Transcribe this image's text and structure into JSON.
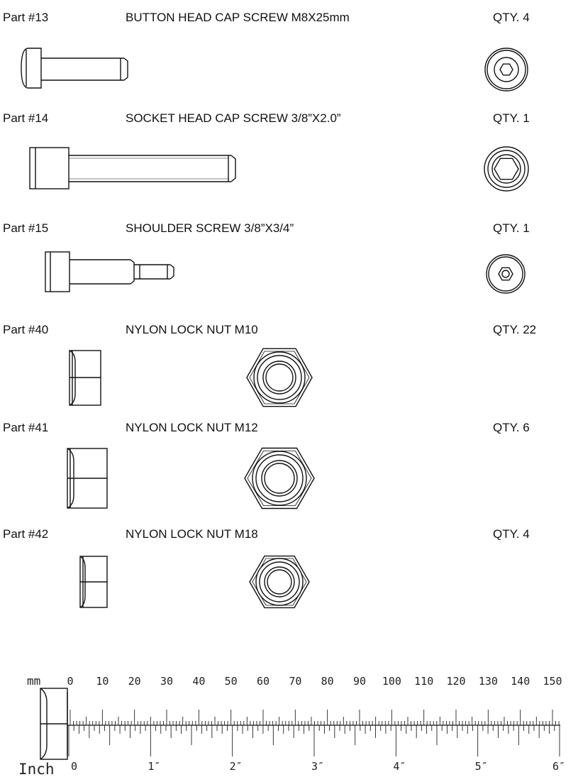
{
  "rows": [
    {
      "part": "Part #13",
      "desc": "BUTTON HEAD CAP SCREW M8X25mm",
      "qty": "QTY. 4"
    },
    {
      "part": "Part #14",
      "desc": "SOCKET HEAD CAP SCREW 3/8”X2.0”",
      "qty": "QTY. 1"
    },
    {
      "part": "Part #15",
      "desc": "SHOULDER SCREW 3/8”X3/4”",
      "qty": "QTY. 1"
    },
    {
      "part": "Part #40",
      "desc": "NYLON LOCK NUT M10",
      "qty": "QTY. 22"
    },
    {
      "part": "Part #41",
      "desc": "NYLON LOCK NUT M12",
      "qty": "QTY. 6"
    },
    {
      "part": "Part #42",
      "desc": "NYLON LOCK NUT M18",
      "qty": "QTY. 4"
    }
  ],
  "ruler": {
    "mm_label": "mm",
    "inch_label": "Inch",
    "mm_ticks": [
      "0",
      "10",
      "20",
      "30",
      "40",
      "50",
      "60",
      "70",
      "80",
      "90",
      "100",
      "110",
      "120",
      "130",
      "140",
      "150"
    ],
    "inch_ticks": [
      "0",
      "1″",
      "2″",
      "3″",
      "4″",
      "5″",
      "6″"
    ]
  }
}
